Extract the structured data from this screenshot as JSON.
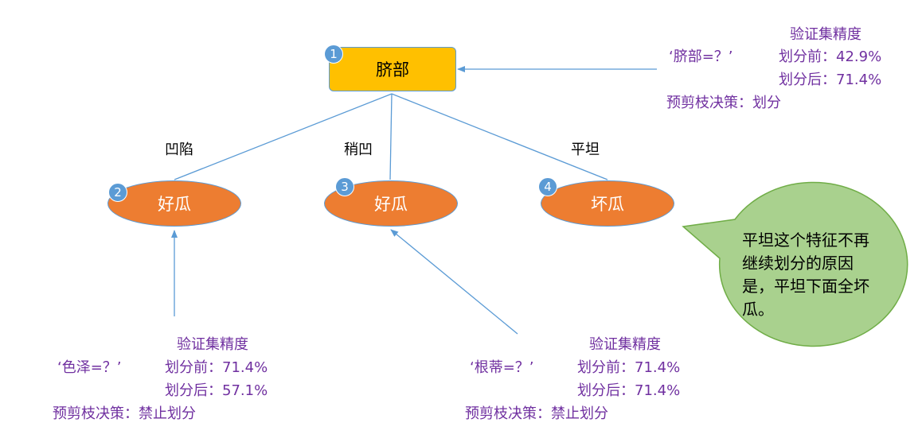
{
  "root": {
    "badge": "1",
    "label": "脐部"
  },
  "leaves": [
    {
      "badge": "2",
      "label": "好瓜"
    },
    {
      "badge": "3",
      "label": "好瓜"
    },
    {
      "badge": "4",
      "label": "坏瓜"
    }
  ],
  "edge_labels": [
    "凹陷",
    "稍凹",
    "平坦"
  ],
  "panel_root": {
    "title": "验证集精度",
    "split": "‘脐部=？’",
    "before": "划分前：42.9%",
    "after": "划分后：71.4%",
    "decision": "预剪枝决策：划分"
  },
  "panel_left": {
    "title": "验证集精度",
    "split": "‘色泽=？’",
    "before": "划分前：71.4%",
    "after": "划分后：57.1%",
    "decision": "预剪枝决策：禁止划分"
  },
  "panel_mid": {
    "title": "验证集精度",
    "split": "‘根蒂=？’",
    "before": "划分前：71.4%",
    "after": "划分后：71.4%",
    "decision": "预剪枝决策：禁止划分"
  },
  "callout": {
    "text": "平坦这个特征不再继续划分的原因是，平坦下面全坏瓜。"
  },
  "colors": {
    "root_fill": "#FFC000",
    "leaf_fill": "#ED7D31",
    "badge": "#5B9BD5",
    "lines": "#5B9BD5",
    "annotation_text": "#7030A0",
    "callout_fill": "#A9D18E",
    "callout_stroke": "#70AD47"
  }
}
